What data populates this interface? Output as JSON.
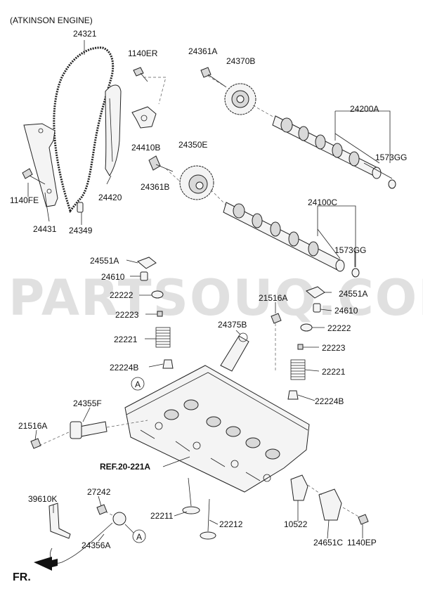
{
  "header": {
    "title": "(ATKINSON ENGINE)"
  },
  "watermark": "PARTSOUQ.COM",
  "parts": {
    "p24321": "24321",
    "p1140ER": "1140ER",
    "p24361A": "24361A",
    "p24370B": "24370B",
    "p24200A": "24200A",
    "p1573GG_a": "1573GG",
    "p24410B": "24410B",
    "p24350E": "24350E",
    "p24361B": "24361B",
    "p1140FE": "1140FE",
    "p24420": "24420",
    "p24431": "24431",
    "p24349": "24349",
    "p24100C": "24100C",
    "p1573GG_b": "1573GG",
    "p24551A_a": "24551A",
    "p24610_a": "24610",
    "p22222_a": "22222",
    "p22223_a": "22223",
    "p21516A_a": "21516A",
    "p24551A_b": "24551A",
    "p24610_b": "24610",
    "p22222_b": "22222",
    "p22223_b": "22223",
    "p22221_a": "22221",
    "p24375B": "24375B",
    "p22224B_a": "22224B",
    "p22221_b": "22221",
    "p24355F": "24355F",
    "p22224B_b": "22224B",
    "p21516A_b": "21516A",
    "p39610K": "39610K",
    "p27242": "27242",
    "p22211": "22211",
    "p22212": "22212",
    "p10522": "10522",
    "p24651C": "24651C",
    "p24356A": "24356A",
    "p1140EP": "1140EP"
  },
  "reference": "REF.20-221A",
  "markers": {
    "a1": "A",
    "a2": "A"
  },
  "direction": "FR."
}
